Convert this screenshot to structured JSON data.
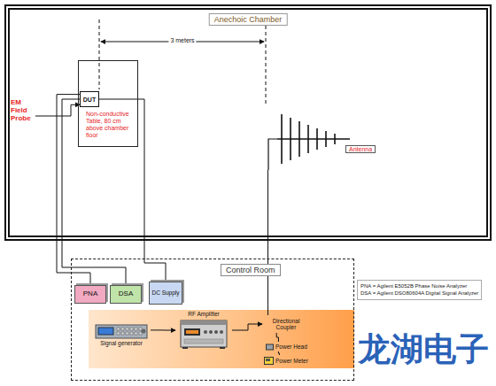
{
  "diagram": {
    "nodes": [
      {
        "text": [
          "Anechoic Chamber"
        ]
      },
      {
        "text": [
          "Non-conductive Table, 80 cm above chamber floor"
        ],
        "in": 0
      },
      {
        "text": [
          "DUT"
        ],
        "in": 1
      },
      {
        "text": [
          "Antenna"
        ],
        "in": 0
      },
      {
        "text": [
          "EM Field Probe"
        ],
        "in": 0
      },
      {
        "text": [
          "Control Room"
        ]
      },
      {
        "text": [
          "PNA"
        ],
        "in": 5
      },
      {
        "text": [
          "DSA"
        ],
        "in": 5
      },
      {
        "text": [
          "DC Supply"
        ],
        "in": 5
      },
      {
        "text": [
          "Signal generator"
        ],
        "in": 5
      },
      {
        "text": [
          "RF Amplifier"
        ],
        "in": 5
      },
      {
        "text": [
          "Directional Coupler"
        ],
        "in": 5
      },
      {
        "text": [
          "Power Head"
        ],
        "in": 5
      },
      {
        "text": [
          "Power Meter"
        ],
        "in": 5
      }
    ],
    "edges": [
      {
        "from": 4,
        "to": 2,
        "arrow": "to"
      },
      {
        "from": 2,
        "to": 6,
        "arrow": "none"
      },
      {
        "from": 2,
        "to": 7,
        "arrow": "none"
      },
      {
        "from": 2,
        "to": 8,
        "arrow": "none"
      },
      {
        "from": 9,
        "to": 10,
        "arrow": "to"
      },
      {
        "from": 10,
        "to": 11,
        "arrow": "to"
      },
      {
        "from": 11,
        "to": 3,
        "arrow": "none"
      },
      {
        "from": 11,
        "to": 12,
        "arrow": "none"
      },
      {
        "from": 12,
        "to": 13,
        "arrow": "none"
      }
    ],
    "labels": [
      "3 meters",
      "PNA = Agilent E5052B Phase Noise Analyzer",
      "DSA = Agilent DSO80604A Digital Signal Analyzer",
      "龙湖电子"
    ]
  }
}
